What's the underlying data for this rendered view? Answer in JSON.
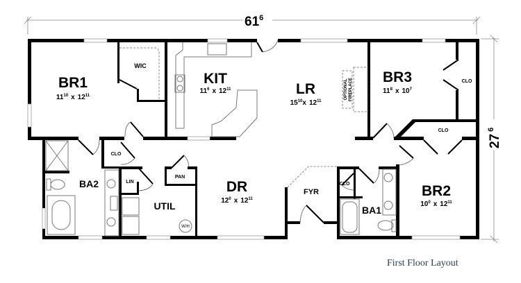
{
  "title": "First Floor Layout",
  "overall": {
    "width_ft": "61",
    "width_in": "6",
    "depth_ft": "27",
    "depth_in": "6"
  },
  "rooms": {
    "br1": {
      "name": "BR1",
      "w_ft": "11",
      "w_in": "10",
      "l_ft": "12",
      "l_in": "11"
    },
    "kit": {
      "name": "KIT",
      "w_ft": "11",
      "w_in": "6",
      "l_ft": "12",
      "l_in": "11"
    },
    "lr": {
      "name": "LR",
      "w_ft": "15",
      "w_in": "10",
      "l_ft": "12",
      "l_in": "11"
    },
    "br3": {
      "name": "BR3",
      "w_ft": "11",
      "w_in": "8",
      "l_ft": "10",
      "l_in": "7"
    },
    "dr": {
      "name": "DR",
      "w_ft": "12",
      "w_in": "0",
      "l_ft": "12",
      "l_in": "11"
    },
    "br2": {
      "name": "BR2",
      "w_ft": "10",
      "w_in": "0",
      "l_ft": "12",
      "l_in": "11"
    },
    "wic": {
      "name": "WIC"
    },
    "ba2": {
      "name": "BA2"
    },
    "ba1": {
      "name": "BA1"
    },
    "util": {
      "name": "UTIL"
    },
    "fyr": {
      "name": "FYR"
    },
    "lin": {
      "name": "LIN"
    },
    "pan": {
      "name": "PAN"
    },
    "clo_br3": {
      "name": "CLO"
    },
    "clo_br2": {
      "name": "CLO"
    },
    "clo_ba2": {
      "name": "CLO"
    },
    "clo_fyr": {
      "name": "CLO"
    }
  },
  "fixtures": {
    "water_heater": "W/H",
    "fireplace_line1": "OPTIONAL",
    "fireplace_line2": "FIREPLACE",
    "x_sep": "x"
  }
}
